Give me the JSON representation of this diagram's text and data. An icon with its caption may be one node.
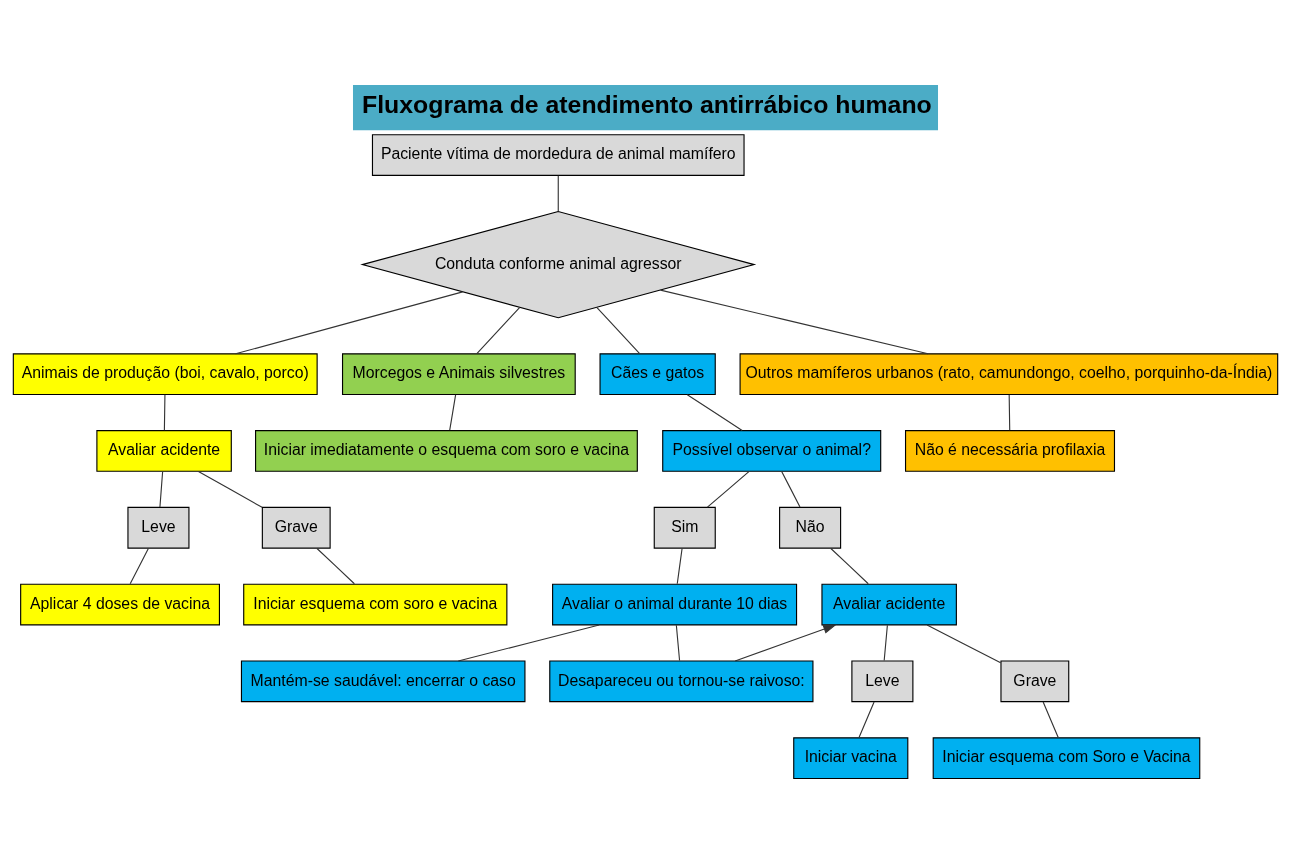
{
  "diagram": {
    "title": "Fluxograma de atendimento antirrábico humano",
    "nodes": [
      {
        "text": [
          "Paciente vítima de mordedura de animal mamífero"
        ]
      },
      {
        "text": [
          "Conduta conforme animal agressor"
        ]
      },
      {
        "text": [
          "Animais de produção (boi, cavalo, porco)"
        ]
      },
      {
        "text": [
          "Morcegos e Animais silvestres"
        ]
      },
      {
        "text": [
          "Cães e gatos"
        ]
      },
      {
        "text": [
          "Outros mamíferos urbanos (rato, camundongo, coelho, porquinho-da-Índia)"
        ]
      },
      {
        "text": [
          "Avaliar acidente"
        ]
      },
      {
        "text": [
          "Iniciar imediatamente o esquema com soro e vacina"
        ]
      },
      {
        "text": [
          "Possível observar o animal?"
        ]
      },
      {
        "text": [
          "Não é necessária profilaxia"
        ]
      },
      {
        "text": [
          "Leve"
        ]
      },
      {
        "text": [
          "Grave"
        ]
      },
      {
        "text": [
          "Sim"
        ]
      },
      {
        "text": [
          "Não"
        ]
      },
      {
        "text": [
          "Aplicar 4 doses de vacina"
        ]
      },
      {
        "text": [
          "Iniciar esquema com soro e vacina"
        ]
      },
      {
        "text": [
          "Avaliar o animal durante 10 dias"
        ]
      },
      {
        "text": [
          "Avaliar acidente"
        ]
      },
      {
        "text": [
          "Mantém-se saudável: encerrar o caso"
        ]
      },
      {
        "text": [
          "Desapareceu ou tornou-se raivoso:"
        ]
      },
      {
        "text": [
          "Leve"
        ]
      },
      {
        "text": [
          "Grave"
        ]
      },
      {
        "text": [
          "Iniciar vacina"
        ]
      },
      {
        "text": [
          "Iniciar esquema com Soro e Vacina"
        ]
      }
    ],
    "edges": [
      {
        "from": 0,
        "to": 1,
        "arrow": "none"
      },
      {
        "from": 1,
        "to": 2,
        "arrow": "none"
      },
      {
        "from": 1,
        "to": 3,
        "arrow": "none"
      },
      {
        "from": 1,
        "to": 4,
        "arrow": "none"
      },
      {
        "from": 1,
        "to": 5,
        "arrow": "none"
      },
      {
        "from": 2,
        "to": 6,
        "arrow": "none"
      },
      {
        "from": 3,
        "to": 7,
        "arrow": "none"
      },
      {
        "from": 4,
        "to": 8,
        "arrow": "none"
      },
      {
        "from": 5,
        "to": 9,
        "arrow": "none"
      },
      {
        "from": 6,
        "to": 10,
        "arrow": "none"
      },
      {
        "from": 6,
        "to": 11,
        "arrow": "none"
      },
      {
        "from": 10,
        "to": 14,
        "arrow": "none"
      },
      {
        "from": 11,
        "to": 15,
        "arrow": "none"
      },
      {
        "from": 8,
        "to": 12,
        "arrow": "none"
      },
      {
        "from": 8,
        "to": 13,
        "arrow": "none"
      },
      {
        "from": 12,
        "to": 16,
        "arrow": "none"
      },
      {
        "from": 13,
        "to": 17,
        "arrow": "none"
      },
      {
        "from": 16,
        "to": 18,
        "arrow": "none"
      },
      {
        "from": 16,
        "to": 19,
        "arrow": "none"
      },
      {
        "from": 19,
        "to": 17,
        "arrow": "to"
      },
      {
        "from": 17,
        "to": 20,
        "arrow": "none"
      },
      {
        "from": 17,
        "to": 21,
        "arrow": "none"
      },
      {
        "from": 20,
        "to": 22,
        "arrow": "none"
      },
      {
        "from": 21,
        "to": 23,
        "arrow": "none"
      }
    ]
  }
}
